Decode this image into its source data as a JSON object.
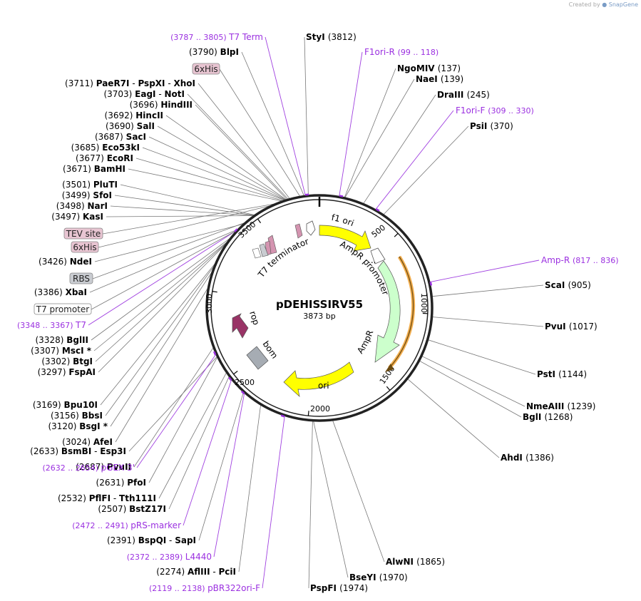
{
  "app": {
    "credit_text": "Created by",
    "credit_brand": "SnapGene"
  },
  "plasmid": {
    "name": "pDEHISSIRV55",
    "size_label": "3873 bp",
    "length": 3873
  },
  "ticks": [
    {
      "pos": 500,
      "label": "500"
    },
    {
      "pos": 1000,
      "label": "1000"
    },
    {
      "pos": 1500,
      "label": "1500"
    },
    {
      "pos": 2000,
      "label": "2000"
    },
    {
      "pos": 2500,
      "label": "2500"
    },
    {
      "pos": 3000,
      "label": "3000"
    },
    {
      "pos": 3500,
      "label": "3500"
    }
  ],
  "features": [
    {
      "name": "f1 ori",
      "color": "#ffff00"
    },
    {
      "name": "AmpR promoter",
      "color": "#ffffff"
    },
    {
      "name": "AmpR",
      "color": "#ccffcc"
    },
    {
      "name": "ori",
      "color": "#ffff00"
    },
    {
      "name": "bom",
      "color": "#a6acb3"
    },
    {
      "name": "rop",
      "color": "#993366"
    },
    {
      "name": "T7 terminator",
      "color": "#ffffff"
    },
    {
      "name": "...",
      "color": "#ffffff"
    }
  ],
  "labels_left": [
    {
      "pos": "(3790)",
      "name": "BlpI",
      "site": 3790
    },
    {
      "pos": "(3711)",
      "name": "PaeR7I",
      "name2": "PspXI",
      "name3": "XhoI",
      "site": 3711
    },
    {
      "pos": "(3703)",
      "name": "EagI",
      "name2": "NotI",
      "site": 3703
    },
    {
      "pos": "(3696)",
      "name": "HindIII",
      "site": 3696
    },
    {
      "pos": "(3692)",
      "name": "HincII",
      "site": 3692
    },
    {
      "pos": "(3690)",
      "name": "SalI",
      "site": 3690
    },
    {
      "pos": "(3687)",
      "name": "SacI",
      "site": 3687
    },
    {
      "pos": "(3685)",
      "name": "Eco53kI",
      "site": 3685
    },
    {
      "pos": "(3677)",
      "name": "EcoRI",
      "site": 3677
    },
    {
      "pos": "(3671)",
      "name": "BamHI",
      "site": 3671
    },
    {
      "pos": "(3501)",
      "name": "PluTI",
      "site": 3501
    },
    {
      "pos": "(3499)",
      "name": "SfoI",
      "site": 3499
    },
    {
      "pos": "(3498)",
      "name": "NarI",
      "site": 3498
    },
    {
      "pos": "(3497)",
      "name": "KasI",
      "site": 3497
    },
    {
      "pos": "(3426)",
      "name": "NdeI",
      "site": 3426
    },
    {
      "pos": "(3386)",
      "name": "XbaI",
      "site": 3386
    },
    {
      "pos": "(3328)",
      "name": "BglII",
      "site": 3328
    },
    {
      "pos": "(3307)",
      "name": "MscI",
      "star": "*",
      "site": 3307
    },
    {
      "pos": "(3302)",
      "name": "BtgI",
      "site": 3302
    },
    {
      "pos": "(3297)",
      "name": "FspAI",
      "site": 3297
    },
    {
      "pos": "(3169)",
      "name": "Bpu10I",
      "site": 3169
    },
    {
      "pos": "(3156)",
      "name": "BbsI",
      "site": 3156
    },
    {
      "pos": "(3120)",
      "name": "BsgI",
      "star": "*",
      "site": 3120
    },
    {
      "pos": "(3024)",
      "name": "AfeI",
      "site": 3024
    },
    {
      "pos": "(2687)",
      "name": "PvuII",
      "site": 2687
    },
    {
      "pos": "(2633)",
      "name": "BsmBI",
      "name2": "Esp3I",
      "site": 2633
    },
    {
      "pos": "(2631)",
      "name": "PfoI",
      "site": 2631
    },
    {
      "pos": "(2532)",
      "name": "PflFI",
      "name2": "Tth111I",
      "site": 2532
    },
    {
      "pos": "(2507)",
      "name": "BstZ17I",
      "site": 2507
    },
    {
      "pos": "(2391)",
      "name": "BspQI",
      "name2": "SapI",
      "site": 2391
    },
    {
      "pos": "(2274)",
      "name": "AflIII",
      "name2": "PciI",
      "site": 2274
    }
  ],
  "labels_right": [
    {
      "name": "StyI",
      "pos": "(3812)",
      "site": 3812
    },
    {
      "name": "NgoMIV",
      "pos": "(137)",
      "site": 137
    },
    {
      "name": "NaeI",
      "pos": "(139)",
      "site": 139
    },
    {
      "name": "DraIII",
      "pos": "(245)",
      "site": 245
    },
    {
      "name": "PsiI",
      "pos": "(370)",
      "site": 370
    },
    {
      "name": "ScaI",
      "pos": "(905)",
      "site": 905
    },
    {
      "name": "PvuI",
      "pos": "(1017)",
      "site": 1017
    },
    {
      "name": "PstI",
      "pos": "(1144)",
      "site": 1144
    },
    {
      "name": "NmeAIII",
      "pos": "(1239)",
      "site": 1239
    },
    {
      "name": "BglI",
      "pos": "(1268)",
      "site": 1268
    },
    {
      "name": "AhdI",
      "pos": "(1386)",
      "site": 1386
    },
    {
      "name": "AlwNI",
      "pos": "(1865)",
      "site": 1865
    },
    {
      "name": "BseYI",
      "pos": "(1970)",
      "site": 1970
    },
    {
      "name": "PspFI",
      "pos": "(1974)",
      "site": 1974
    }
  ],
  "primers": [
    {
      "range": "(3787 .. 3805)",
      "name": "T7 Term",
      "site": 3796
    },
    {
      "name": "F1ori-R",
      "range": "(99 .. 118)",
      "site": 108
    },
    {
      "name": "F1ori-F",
      "range": "(309 .. 330)",
      "site": 320
    },
    {
      "name": "Amp-R",
      "range": "(817 .. 836)",
      "site": 826
    },
    {
      "range": "(3348 .. 3367)",
      "name": "T7",
      "site": 3357
    },
    {
      "range": "(2632 .. 2654)",
      "name": "pGEX 3'",
      "site": 2643
    },
    {
      "range": "(2472 .. 2491)",
      "name": "pRS-marker",
      "site": 2481
    },
    {
      "range": "(2372 .. 2389)",
      "name": "L4440",
      "site": 2380
    },
    {
      "range": "(2119 .. 2138)",
      "name": "pBR322ori-F",
      "site": 2128
    }
  ],
  "boxed": [
    {
      "text": "6xHis",
      "fill": "#e8c5d2"
    },
    {
      "text": "TEV site",
      "fill": "#e8c5d2"
    },
    {
      "text": "6xHis",
      "fill": "#e8c5d2"
    },
    {
      "text": "RBS",
      "fill": "#c9ccd1"
    },
    {
      "text": "T7 promoter",
      "fill": "#ffffff"
    }
  ]
}
